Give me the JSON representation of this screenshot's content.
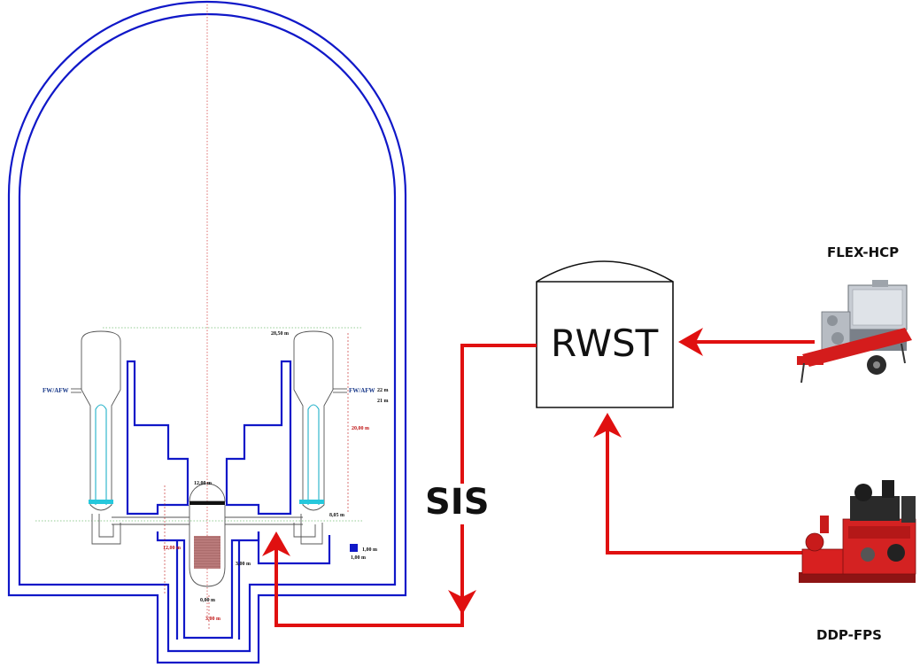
{
  "labels": {
    "sis": "SIS",
    "rwst": "RWST",
    "flex_hcp": "FLEX-HCP",
    "ddp_fps": "DDP-FPS",
    "fw_afw_left": "FW/AFW",
    "fw_afw_right": "FW/AFW"
  },
  "dimensions": {
    "width_top": "28,50 m",
    "pressurizer_top": "12,00 m",
    "sg_height": "20,00 m",
    "level_22": "22 m",
    "level_21": "21 m",
    "level_805": "8,05 m",
    "lower_12": "12,00 m",
    "level_300_right": "3,00 m",
    "level_000": "0,00 m",
    "cavity_300": "3,00 m",
    "legend_100_a": "1,00 m",
    "legend_100_b": "1,00 m"
  },
  "colors": {
    "containment": "#1018c8",
    "flow": "#e01010",
    "legend_square": "#1018c8"
  }
}
